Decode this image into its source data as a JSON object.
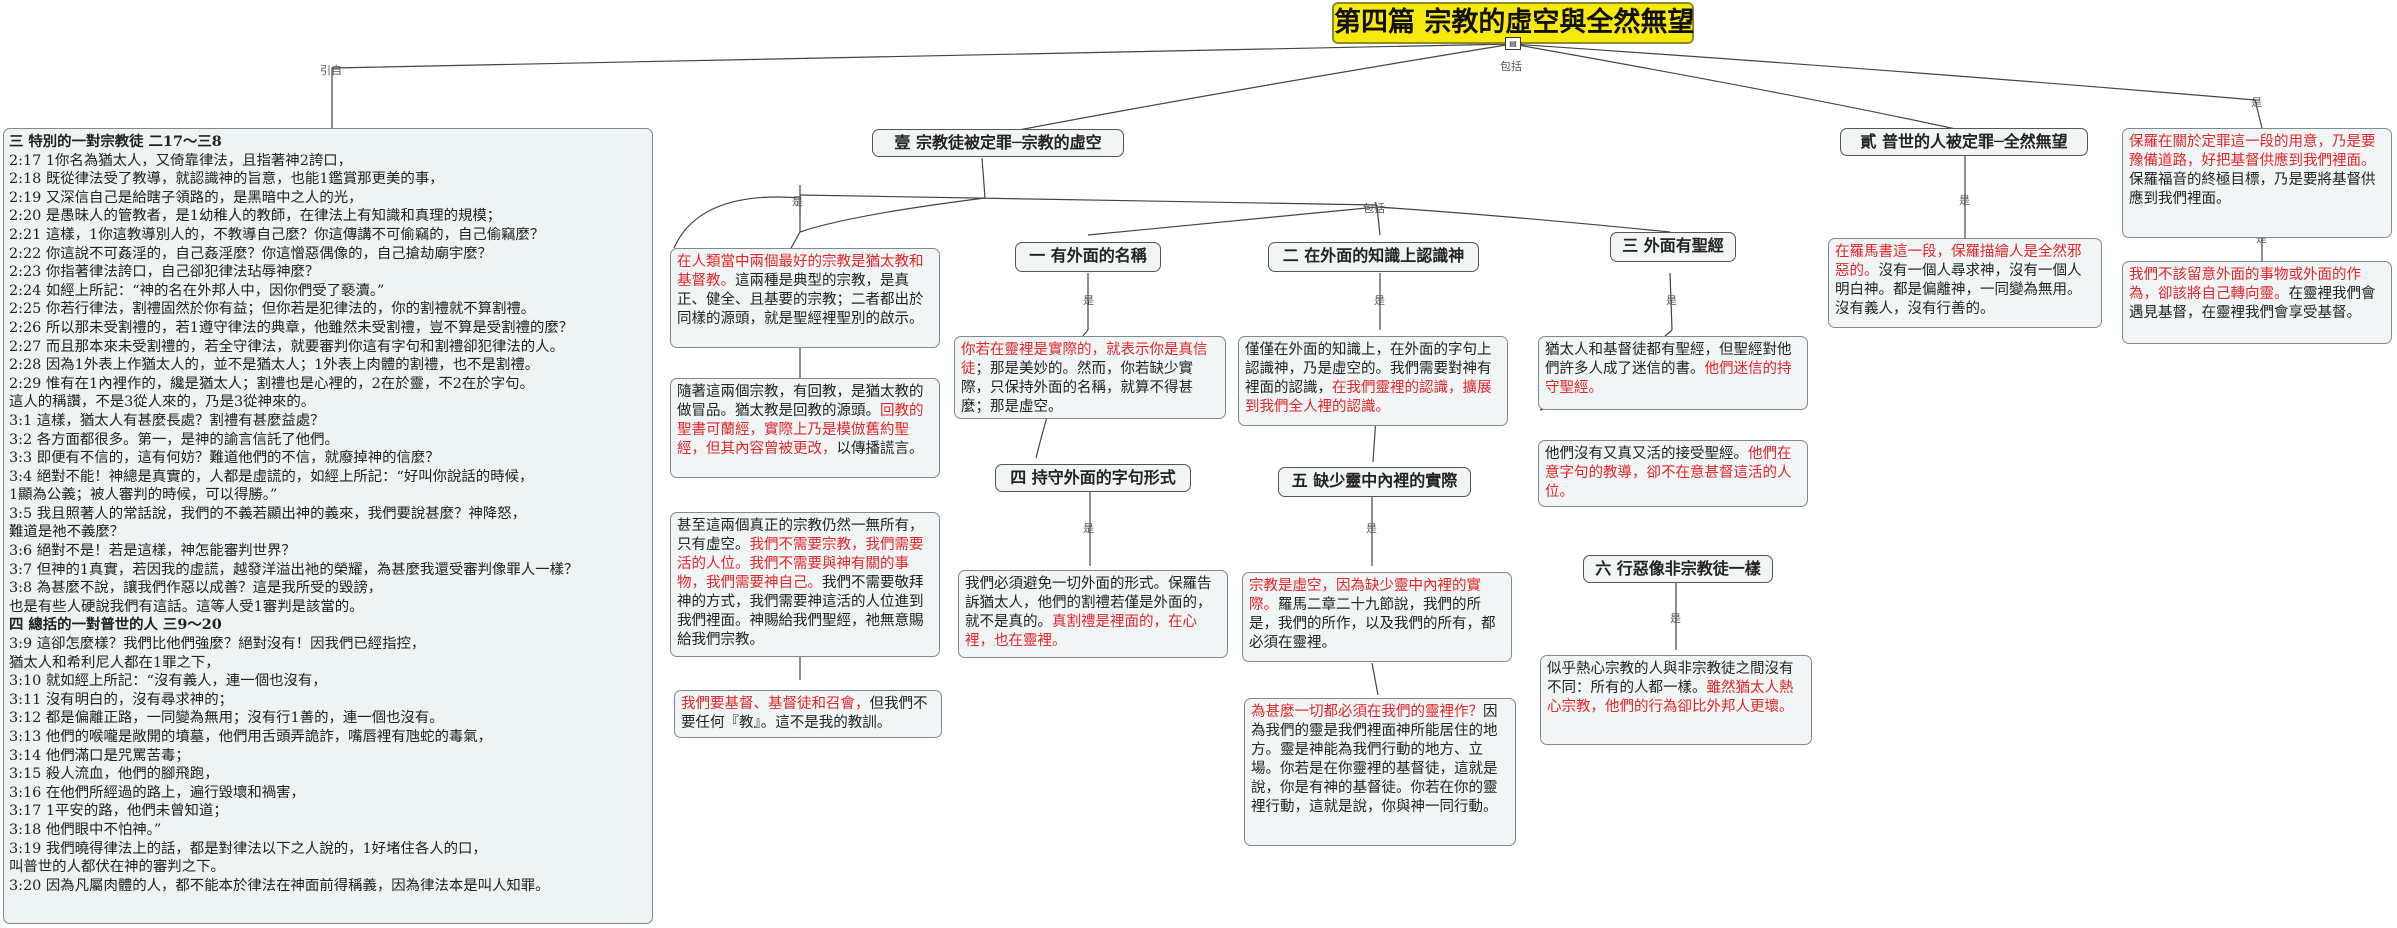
{
  "root": {
    "title": "第四篇  宗教的虛空與全然無望",
    "icon": "document-icon"
  },
  "connectors": {
    "quote": "引自",
    "include": "包括",
    "is": "是"
  },
  "left_panel": {
    "lines": [
      "三    特別的一對宗教徒    二17～三8",
      "2:17    1你名為猶太人，又倚靠律法，且指著神2誇口，",
      "2:18    既從律法受了教導，就認識神的旨意，也能1鑑賞那更美的事，",
      "2:19    又深信自己是給瞎子領路的，是黑暗中之人的光，",
      "2:20    是愚昧人的管教者，是1幼稚人的教師，在律法上有知識和真理的規模；",
      "2:21    這樣，1你這教導別人的，不教導自己麼？你這傳講不可偷竊的，自己偷竊麼？",
      "2:22    你這說不可姦淫的，自己姦淫麼？你這憎惡偶像的，自己搶劫廟宇麼？",
      "2:23    你指著律法誇口，自己卻犯律法玷辱神麼？",
      "2:24    如經上所記：“神的名在外邦人中，因你們受了褻瀆。”",
      "2:25    你若行律法，割禮固然於你有益；但你若是犯律法的，你的割禮就不算割禮。",
      "2:26    所以那未受割禮的，若1遵守律法的典章，他雖然未受割禮，豈不算是受割禮的麼？",
      "2:27    而且那本來未受割禮的，若全守律法，就要審判你這有字句和割禮卻犯律法的人。",
      "2:28    因為1外表上作猶太人的，並不是猶太人；1外表上肉體的割禮，也不是割禮。",
      "2:29    惟有在1內裡作的，纔是猶太人；割禮也是心裡的，2在於靈，不2在於字句。",
      "這人的稱讚，不是3從人來的，乃是3從神來的。",
      "3:1    這樣，猶太人有甚麼長處？割禮有甚麼益處？",
      "3:2    各方面都很多。第一，是神的諭言信託了他們。",
      "3:3    即便有不信的，這有何妨？難道他們的不信，就廢掉神的信麼？",
      "3:4    絕對不能！神總是真實的，人都是虛謊的，如經上所記：“好叫你說話的時候，",
      "1顯為公義；被人審判的時候，可以得勝。”",
      "3:5    我且照著人的常話說，我們的不義若顯出神的義來，我們要說甚麼？神降怒，",
      "難道是祂不義麼？",
      "3:6    絕對不是！若是這樣，神怎能審判世界？",
      "3:7    但神的1真實，若因我的虛謊，越發洋溢出祂的榮耀，為甚麼我還受審判像罪人一樣？",
      "3:8    為甚麼不說，讓我們作惡以成善？這是我所受的毀謗，",
      "也是有些人硬說我們有這話。這等人受1審判是該當的。",
      "四    總括的一對普世的人    三9～20",
      "3:9    這卻怎麼樣？我們比他們強麼？絕對沒有！因我們已經指控，",
      "猶太人和希利尼人都在1罪之下，",
      "3:10    就如經上所記：“沒有義人，連一個也沒有，",
      "3:11    沒有明白的，沒有尋求神的；",
      "3:12    都是偏離正路，一同變為無用；沒有行1善的，連一個也沒有。",
      "3:13    他們的喉嚨是敞開的墳墓，他們用舌頭弄詭詐，嘴唇裡有虺蛇的毒氣，",
      "3:14    他們滿口是咒罵苦毒；",
      "3:15    殺人流血，他們的腳飛跑，",
      "3:16    在他們所經過的路上，遍行毀壞和禍害，",
      "3:17    1平安的路，他們未曾知道；",
      "3:18    他們眼中不怕神。”",
      "3:19    我們曉得律法上的話，都是對律法以下之人說的，1好堵住各人的口，",
      "叫普世的人都伏在神的審判之下。",
      "3:20    因為凡屬肉體的人，都不能本於律法在神面前得稱義，因為律法本是叫人知罪。"
    ]
  },
  "heads": {
    "h1": "壹  宗教徒被定罪─宗教的虛空",
    "h2": "貳  普世的人被定罪─全然無望",
    "s1": "一  有外面的名稱",
    "s2": "二  在外面的知識上認識神",
    "s3": "三  外面有聖經",
    "s4": "四  持守外面的字句形式",
    "s5": "五  缺少靈中內裡的實際",
    "s6": "六  行惡像非宗教徒一樣"
  },
  "notes": {
    "n1": [
      {
        "t": "在人類當中兩個最好的宗教是猶太教和基督教。",
        "red": true
      },
      {
        "t": "這兩種是典型的宗教，是真正、健全、且基要的宗教；二者都出於同樣的源頭，就是聖經裡聖別的啟示。",
        "red": false
      }
    ],
    "n2": [
      {
        "t": "隨著這兩個宗教，有回教，是猶太教的做冒品。猶太教是回教的源頭。",
        "red": false
      },
      {
        "t": "回教的聖書可蘭經，實際上乃是模倣舊約聖經，但其內容曾被更改，",
        "red": true
      },
      {
        "t": "以傳播謊言。",
        "red": false
      }
    ],
    "n3": [
      {
        "t": "甚至這兩個真正的宗教仍然一無所有，只有虛空。",
        "red": false
      },
      {
        "t": "我們不需要宗教，我們需要活的人位。我們不需要與神有關的事物，我們需要神自己。",
        "red": true
      },
      {
        "t": "我們不需要敬拜神的方式，我們需要神這活的人位進到我們裡面。神賜給我們聖經，祂無意賜給我們宗教。",
        "red": false
      }
    ],
    "n4": [
      {
        "t": "我們要基督、基督徒和召會，",
        "red": true
      },
      {
        "t": "但我們不要任何『教』。這不是我的教訓。",
        "red": false
      }
    ],
    "n5": [
      {
        "t": "你若在靈裡是實際的，就表示你是真信徒",
        "red": true
      },
      {
        "t": "；那是美妙的。然而，你若缺少實際，只保持外面的名稱，就算不得甚麼；那是虛空。",
        "red": false
      }
    ],
    "n6": [
      {
        "t": "僅僅在外面的知識上，在外面的字句上認識神，乃是虛空的。我們需要對神有裡面的認識，",
        "red": false
      },
      {
        "t": "在我們靈裡的認識，擴展到我們全人裡的認識。",
        "red": true
      }
    ],
    "n7": [
      {
        "t": "我們必須避免一切外面的形式。保羅告訴猶太人，他們的割禮若僅是外面的，就不是真的。",
        "red": false
      },
      {
        "t": "真割禮是裡面的，在心裡，也在靈裡。",
        "red": true
      }
    ],
    "n8": [
      {
        "t": "宗教是虛空，因為缺少靈中內裡的實際。",
        "red": true
      },
      {
        "t": "羅馬二章二十九節說，我們的所是，我們的所作，以及我們的所有，都必須在靈裡。",
        "red": false
      }
    ],
    "n9": [
      {
        "t": "為甚麼一切都必須在我們的靈裡作？",
        "red": true
      },
      {
        "t": "因為我們的靈是我們裡面神所能居住的地方。靈是神能為我們行動的地方、立場。你若是在你靈裡的基督徒，這就是說，你是有神的基督徒。你若在你的靈裡行動，這就是說，你與神一同行動。",
        "red": false
      }
    ],
    "n10": [
      {
        "t": "猶太人和基督徒都有聖經，但聖經對他們許多人成了迷信的書。",
        "red": false
      },
      {
        "t": "他們迷信的持守聖經。",
        "red": true
      }
    ],
    "n11": [
      {
        "t": "他們沒有又真又活的接受聖經。",
        "red": false
      },
      {
        "t": "他們在意字句的教導，卻不在意甚督這活的人位。",
        "red": true
      }
    ],
    "n12": [
      {
        "t": "似乎熱心宗教的人與非宗教徒之間沒有不同：所有的人都一樣。",
        "red": false
      },
      {
        "t": "雖然猶太人熱心宗教，他們的行為卻比外邦人更壞。",
        "red": true
      }
    ],
    "n13": [
      {
        "t": "在羅馬書這一段，保羅描繪人是全然邪惡的。",
        "red": true
      },
      {
        "t": "沒有一個人尋求神，沒有一個人明白神。都是偏離神，一同變為無用。沒有義人，沒有行善的。",
        "red": false
      }
    ],
    "n14": [
      {
        "t": "保羅在關於定罪這一段的用意，乃是要豫備道路，好把基督供應到我們裡面。",
        "red": true
      },
      {
        "t": "保羅福音的終極目標，乃是要將基督供應到我們裡面。",
        "red": false
      }
    ],
    "n15": [
      {
        "t": "我們不該留意外面的事物或外面的作為，卻該將自己轉向靈。",
        "red": true
      },
      {
        "t": "在靈裡我們會遇見基督，在靈裡我們會享受基督。",
        "red": false
      }
    ]
  }
}
